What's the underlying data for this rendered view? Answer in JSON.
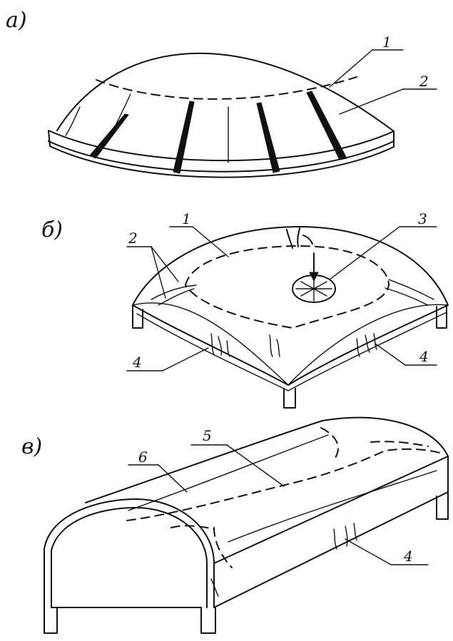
{
  "figure": {
    "panels": [
      {
        "id": "a",
        "label": "а)",
        "callouts": [
          "1",
          "2"
        ]
      },
      {
        "id": "b",
        "label": "б)",
        "callouts": [
          "1",
          "2",
          "3",
          "4",
          "4"
        ]
      },
      {
        "id": "v",
        "label": "в)",
        "callouts": [
          "5",
          "6",
          "4"
        ]
      }
    ]
  }
}
